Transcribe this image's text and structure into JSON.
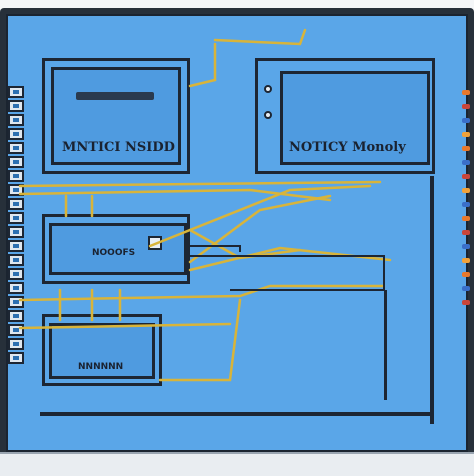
{
  "panels": {
    "top_left_label": "MNTICI NSIDD",
    "top_right_label": "NOTICY Monoly",
    "middle_left_label": "NOOOFS",
    "bottom_left_label": "NNNNNN"
  },
  "colors": {
    "screen": "#5aa6e8",
    "panel_border": "#1d2633",
    "wire": "#d8b43a",
    "accent_marks": [
      "#e8782b",
      "#c9453a",
      "#3a6fc9",
      "#f0a23a"
    ]
  },
  "icons": {
    "left_rack": "server-rack-icon",
    "knob": "knob-icon"
  }
}
